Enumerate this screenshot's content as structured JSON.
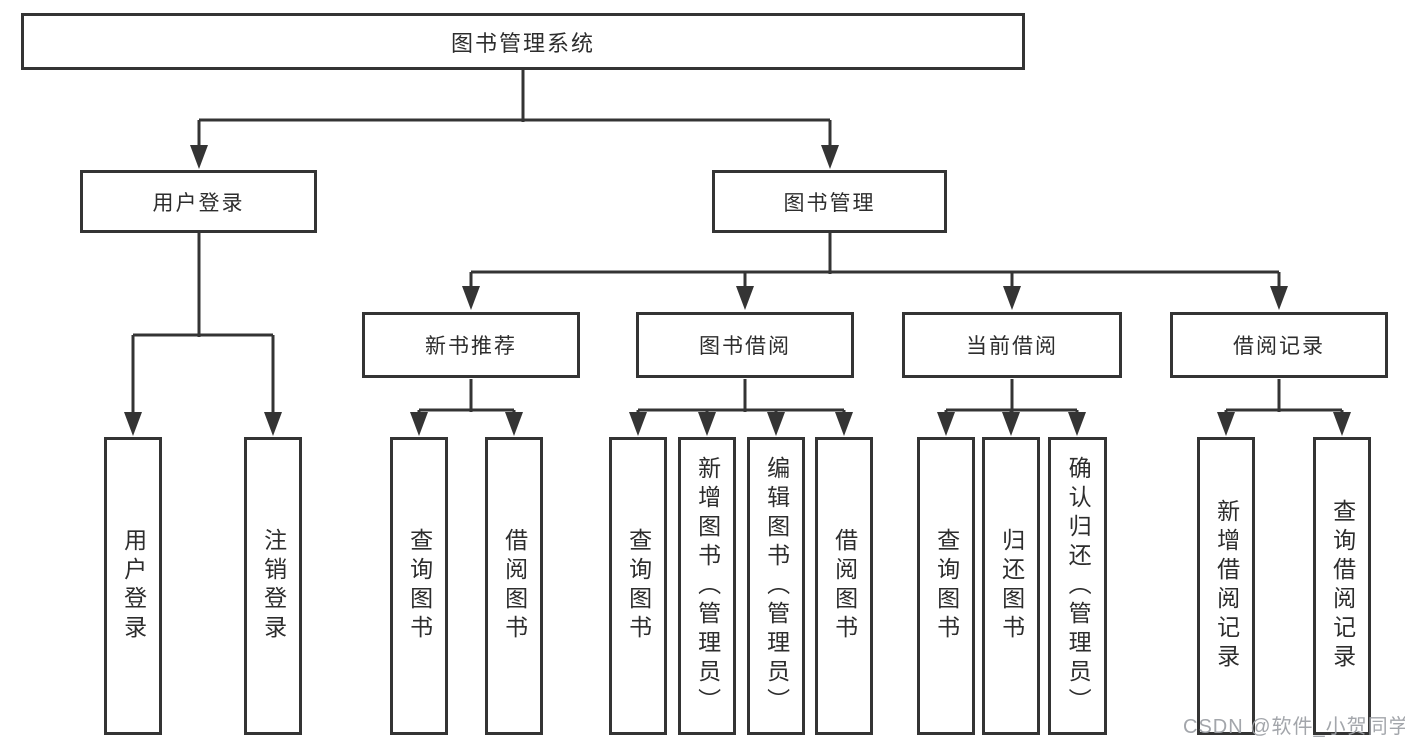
{
  "diagram": {
    "type": "hierarchy-tree",
    "colors": {
      "line": "#343434",
      "border": "#343434",
      "text": "#2d2d2d",
      "background": "#ffffff",
      "watermark": "#9ea1a7"
    },
    "tree": {
      "label": "图书管理系统",
      "children": [
        {
          "label": "用户登录",
          "children": [
            {
              "label": "用户登录"
            },
            {
              "label": "注销登录"
            }
          ]
        },
        {
          "label": "图书管理",
          "children": [
            {
              "label": "新书推荐",
              "children": [
                {
                  "label": "查询图书"
                },
                {
                  "label": "借阅图书"
                }
              ]
            },
            {
              "label": "图书借阅",
              "children": [
                {
                  "label": "查询图书"
                },
                {
                  "label": "新增图书（管理员）"
                },
                {
                  "label": "编辑图书（管理员）"
                },
                {
                  "label": "借阅图书"
                }
              ]
            },
            {
              "label": "当前借阅",
              "children": [
                {
                  "label": "查询图书"
                },
                {
                  "label": "归还图书"
                },
                {
                  "label": "确认归还（管理员）"
                }
              ]
            },
            {
              "label": "借阅记录",
              "children": [
                {
                  "label": "新增借阅记录"
                },
                {
                  "label": "查询借阅记录"
                }
              ]
            }
          ]
        }
      ]
    },
    "watermark": {
      "text": "CSDN @软件_小贺同学"
    }
  }
}
